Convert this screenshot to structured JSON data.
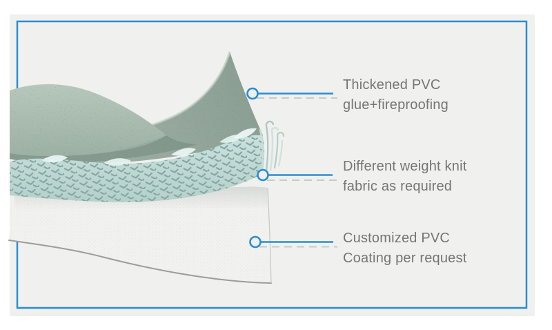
{
  "figure": {
    "type": "layered-material-diagram",
    "callouts": [
      {
        "line1": "Thickened PVC",
        "line2": "glue+fireproofing"
      },
      {
        "line1": "Different weight knit",
        "line2": "fabric as required"
      },
      {
        "line1": "Customized PVC",
        "line2": "Coating per request"
      }
    ],
    "layers": [
      {
        "name": "thickened-pvc-glue-fireproofing-layer",
        "color": "#95a79c"
      },
      {
        "name": "knit-fabric-layer",
        "color": "#c9e0dc"
      },
      {
        "name": "pvc-coating-layer",
        "color": "#f2f2f1"
      }
    ],
    "colors": {
      "accent_blue": "#2a8dd4",
      "label_text": "#757575",
      "panel_background": "#f0f0ef",
      "dashed_line": "#c9c9c8",
      "sheet_edge_gray": "#9c9c9a"
    }
  }
}
